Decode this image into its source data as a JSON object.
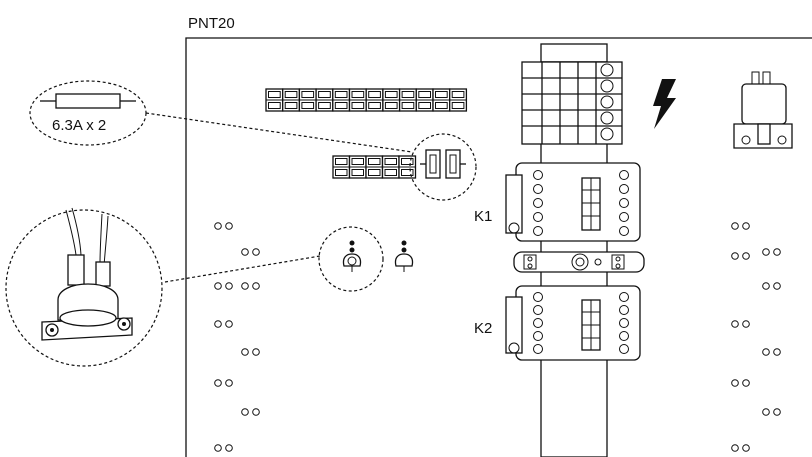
{
  "board": {
    "label": "PNT20"
  },
  "fuse_callout": {
    "label": "6.3A x 2"
  },
  "contactors": [
    {
      "label": "K1"
    },
    {
      "label": "K2"
    }
  ],
  "icons": {
    "high_voltage": "lightning-bolt-icon",
    "thermostat": "thermostat-switch-icon",
    "fuse": "fuse-icon",
    "relay": "relay-icon"
  },
  "colors": {
    "line": "#111111",
    "background": "#ffffff"
  }
}
